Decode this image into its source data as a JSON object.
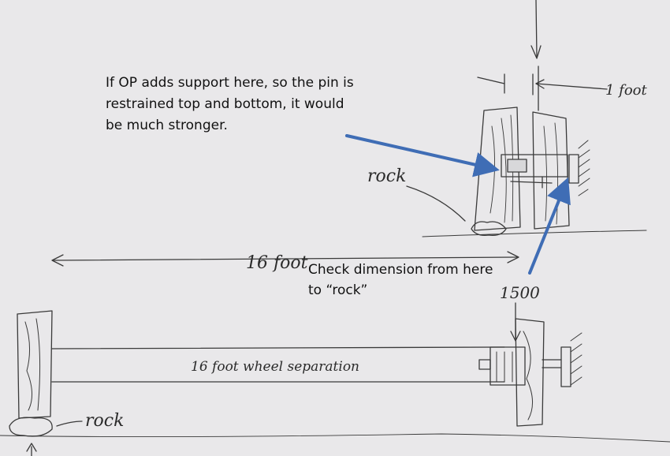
{
  "annotations": {
    "support_note": [
      "If OP adds support here, so the pin is",
      "restrained top and bottom, it would",
      "be much stronger."
    ],
    "dimension_note": [
      "Check dimension from here",
      "to “rock”"
    ]
  },
  "sketch_labels": {
    "one_foot": "1 foot",
    "rock_top": "rock",
    "sixteen_foot": "16 foot",
    "value_1500": "1500",
    "wheel_separation": "16 foot wheel separation",
    "rock_bottom": "rock"
  },
  "colors": {
    "paper": "#e9e8ea",
    "pencil": "#3a3a3a",
    "callout_arrow": "#3f6db5"
  }
}
